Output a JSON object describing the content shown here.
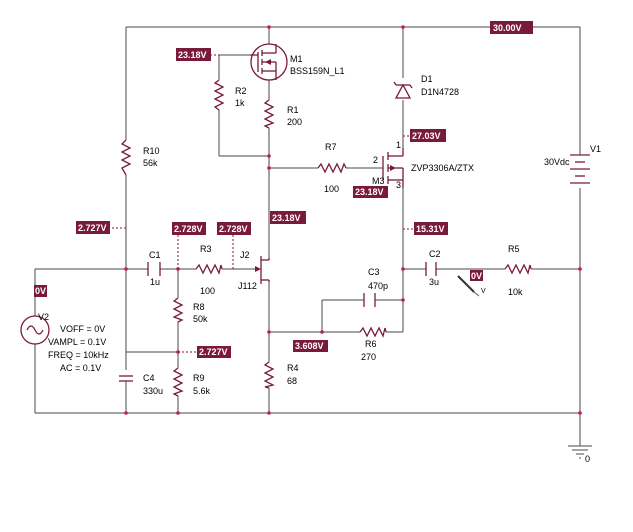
{
  "components": {
    "m1": {
      "ref": "M1",
      "value": "BSS159N_L1"
    },
    "d1": {
      "ref": "D1",
      "value": "D1N4728"
    },
    "r1": {
      "ref": "R1",
      "value": "200"
    },
    "r2": {
      "ref": "R2",
      "value": "1k"
    },
    "r10": {
      "ref": "R10",
      "value": "56k"
    },
    "r7": {
      "ref": "R7",
      "value": "100"
    },
    "m3": {
      "ref": "M3",
      "value": "ZVP3306A/ZTX",
      "pin2": "2",
      "pin3": "3",
      "pin1": "1"
    },
    "v1": {
      "ref": "V1",
      "value": "30Vdc"
    },
    "c1": {
      "ref": "C1",
      "value": "1u"
    },
    "r3": {
      "ref": "R3",
      "value": "100"
    },
    "j2": {
      "ref": "J2",
      "value": "J112"
    },
    "c3": {
      "ref": "C3",
      "value": "470p"
    },
    "c2": {
      "ref": "C2",
      "value": "3u"
    },
    "r5": {
      "ref": "R5",
      "value": "10k"
    },
    "r8": {
      "ref": "R8",
      "value": "50k"
    },
    "r6": {
      "ref": "R6",
      "value": "270"
    },
    "v2": {
      "ref": "V2",
      "voff": "VOFF = 0V",
      "vampl": "VAMPL = 0.1V",
      "freq": "FREQ = 10kHz",
      "ac": "AC = 0.1V"
    },
    "c4": {
      "ref": "C4",
      "value": "330u"
    },
    "r9": {
      "ref": "R9",
      "value": "5.6k"
    },
    "r4": {
      "ref": "R4",
      "value": "68"
    }
  },
  "probe_label": "V",
  "ground_label": "0",
  "voltages": {
    "top_rail": "30.00V",
    "m1_gate": "23.18V",
    "m3_source": "27.03V",
    "m3_gate": "23.18V",
    "j2_drain": "23.18V",
    "r10_bottom": "2.727V",
    "c1_right": "2.728V",
    "r3_right": "2.728V",
    "m3_drain": "15.31V",
    "input": "0V",
    "output": "0V",
    "j2_source": "3.608V",
    "bias_node": "2.727V"
  },
  "colors": {
    "component": "#7a1a3a",
    "node": "#c2185b",
    "wire": "#4a4a4a"
  }
}
